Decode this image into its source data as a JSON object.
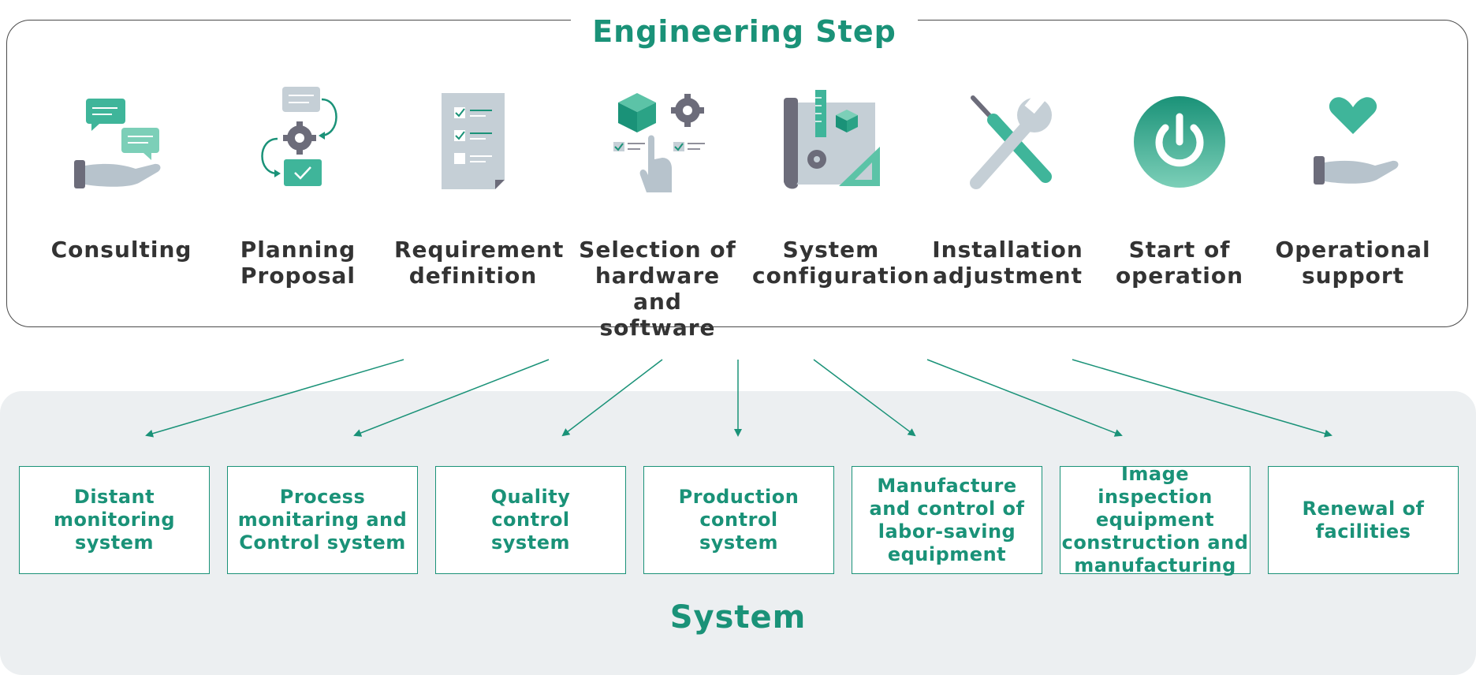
{
  "header": {
    "title": "Engineering Step"
  },
  "steps": [
    {
      "label": "Consulting",
      "icon": "consulting-icon"
    },
    {
      "label": "Planning\nProposal",
      "icon": "planning-icon"
    },
    {
      "label": "Requirement\ndefinition",
      "icon": "checklist-icon"
    },
    {
      "label": "Selection of\nhardware and\nsoftware",
      "icon": "selection-icon"
    },
    {
      "label": "System\nconfiguration",
      "icon": "blueprint-icon"
    },
    {
      "label": "Installation\nadjustment",
      "icon": "tools-icon"
    },
    {
      "label": "Start of\noperation",
      "icon": "power-icon"
    },
    {
      "label": "Operational\nsupport",
      "icon": "heart-hand-icon"
    }
  ],
  "systems": [
    {
      "label": "Distant\nmonitoring\nsystem"
    },
    {
      "label": "Process\nmonitaring and\nControl system"
    },
    {
      "label": "Quality\ncontrol\nsystem"
    },
    {
      "label": "Production\ncontrol\nsystem"
    },
    {
      "label": "Manufacture\nand control of\nlabor-saving\nequipment"
    },
    {
      "label": "Image inspection\nequipment\nconstruction and\nmanufacturing"
    },
    {
      "label": "Renewal of\nfacilities"
    }
  ],
  "footer": {
    "title": "System"
  },
  "colors": {
    "accent": "#1a9278",
    "text": "#333333",
    "background": "#eceff1"
  }
}
